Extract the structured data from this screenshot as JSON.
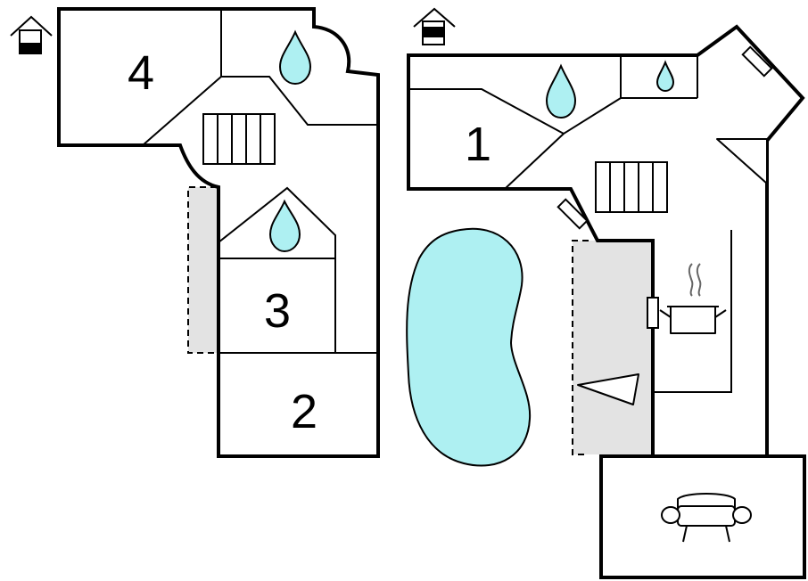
{
  "colors": {
    "water": "#aef0f2",
    "terrace": "#e3e3e3",
    "wall": "#000000"
  },
  "rooms": {
    "room_1": "1",
    "room_2": "2",
    "room_3": "3",
    "room_4": "4"
  },
  "icons": {
    "floor_marker": "house-with-floor-indicator-icon",
    "bathroom": "water-drop-icon",
    "stairs": "stairs-icon",
    "window": "window-icon",
    "kitchen": "cooking-pot-icon",
    "living": "sofa-icon",
    "pool": "swimming-pool-icon"
  }
}
